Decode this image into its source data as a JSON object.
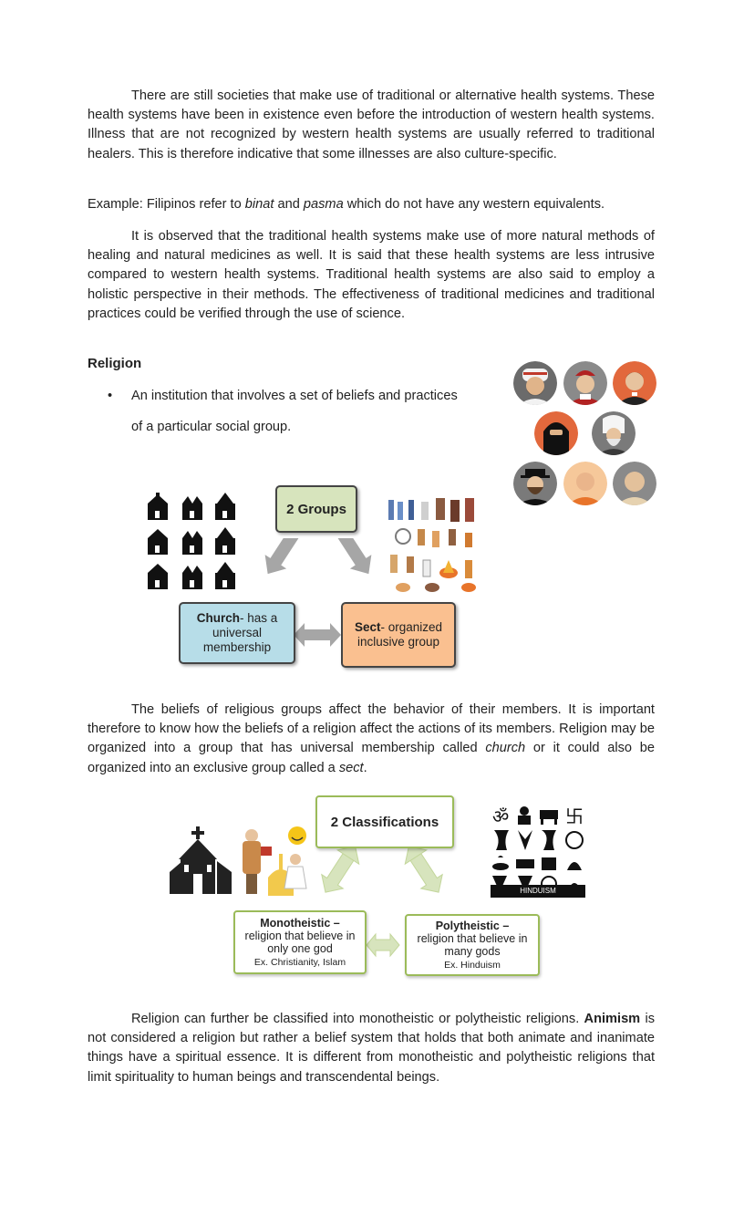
{
  "intro": {
    "p1": "There are still societies that make use of traditional or alternative health systems. These health systems have been in existence even before the introduction of western health systems.  Illness that are not recognized by western health systems are usually referred to traditional healers. This is therefore indicative that some illnesses are also culture-specific.",
    "example_prefix": "Example: Filipinos refer to ",
    "example_term1": "binat",
    "example_and": " and ",
    "example_term2": "pasma",
    "example_suffix": " which do not have any western equivalents.",
    "p2": "It is observed that the traditional health systems make use of more natural methods of healing and natural medicines as well. It is said that these health systems are less intrusive compared to western health systems. Traditional health systems are also said to employ a holistic perspective in their methods. The effectiveness of traditional medicines and traditional practices could be verified through the use of science."
  },
  "religion": {
    "heading": "Religion",
    "bullet": "•",
    "bullet_line1": "An institution that involves a set of beliefs and practices",
    "bullet_line2": "of a particular social group."
  },
  "groups_diagram": {
    "top": "2 Groups",
    "left_bold": "Church",
    "left_rest": "- has a universal membership",
    "right_bold": "Sect",
    "right_rest": "- organized inclusive group",
    "colors": {
      "top": "#d7e4bd",
      "left": "#b7dde8",
      "right": "#fac090"
    }
  },
  "para2": {
    "text_before_church": "The beliefs of religious groups affect the behavior of their members. It is important therefore to know how the beliefs of a religion affect the actions of its members. Religion may be organized into a group that has universal membership called ",
    "church": "church",
    "text_middle": " or it could also be organized into an exclusive group called a ",
    "sect": "sect",
    "text_end": "."
  },
  "classifications_diagram": {
    "top": "2 Classifications",
    "left_title": "Monotheistic –",
    "left_body": "religion that believe in only one god",
    "left_example": "Ex. Christianity, Islam",
    "right_title": "Polytheistic –",
    "right_body": "religion that believe in many gods",
    "right_example": "Ex. Hinduism",
    "hinduism_label": "HINDUISM",
    "accent": "#9bbb59"
  },
  "para3": {
    "before": "Religion can further be classified into monotheistic or polytheistic religions. ",
    "animism": "Animism",
    "after": " is not considered a religion but rather a belief system that holds that both animate and inanimate things have a spiritual essence. It is different from monotheistic and polytheistic religions that limit spirituality to human beings and transcendental beings."
  }
}
